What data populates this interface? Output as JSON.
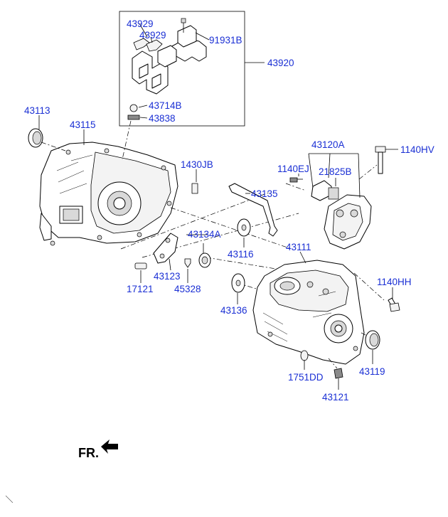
{
  "diagram": {
    "callouts": [
      {
        "id": "43929a",
        "text": "43929"
      },
      {
        "id": "43929b",
        "text": "43929"
      },
      {
        "id": "91931B",
        "text": "91931B"
      },
      {
        "id": "43920",
        "text": "43920"
      },
      {
        "id": "43714B",
        "text": "43714B"
      },
      {
        "id": "43838",
        "text": "43838"
      },
      {
        "id": "43113",
        "text": "43113"
      },
      {
        "id": "43115",
        "text": "43115"
      },
      {
        "id": "43120A",
        "text": "43120A"
      },
      {
        "id": "1140HV",
        "text": "1140HV"
      },
      {
        "id": "1430JB",
        "text": "1430JB"
      },
      {
        "id": "1140EJ",
        "text": "1140EJ"
      },
      {
        "id": "21825B",
        "text": "21825B"
      },
      {
        "id": "43135",
        "text": "43135"
      },
      {
        "id": "43134A",
        "text": "43134A"
      },
      {
        "id": "43116",
        "text": "43116"
      },
      {
        "id": "43111",
        "text": "43111"
      },
      {
        "id": "43123",
        "text": "43123"
      },
      {
        "id": "17121",
        "text": "17121"
      },
      {
        "id": "45328",
        "text": "45328"
      },
      {
        "id": "1140HH",
        "text": "1140HH"
      },
      {
        "id": "43136",
        "text": "43136"
      },
      {
        "id": "1751DD",
        "text": "1751DD"
      },
      {
        "id": "43119",
        "text": "43119"
      },
      {
        "id": "43121",
        "text": "43121"
      }
    ],
    "direction_marker": "FR.",
    "label_color": "#1a2fd4"
  }
}
